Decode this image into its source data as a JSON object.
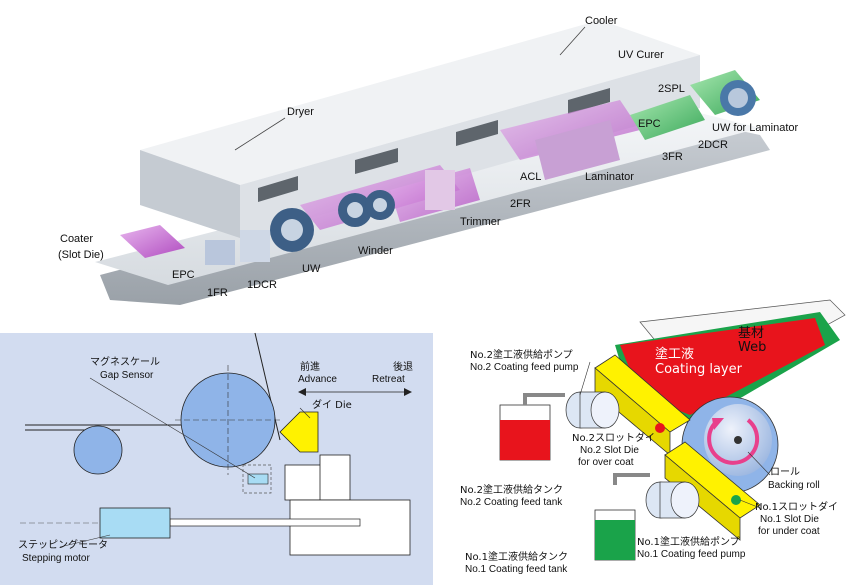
{
  "top": {
    "cooler": "Cooler",
    "uv_curer": "UV Curer",
    "dryer": "Dryer",
    "spl2": "2SPL",
    "epc_right": "EPC",
    "uw_laminator": "UW for Laminator",
    "fr3": "3FR",
    "dcr2": "2DCR",
    "acl": "ACL",
    "laminator": "Laminator",
    "fr2": "2FR",
    "trimmer": "Trimmer",
    "coater": "Coater",
    "slot_die": "(Slot Die)",
    "winder": "Winder",
    "uw": "UW",
    "epc_left": "EPC",
    "fr1": "1FR",
    "dcr1": "1DCR"
  },
  "left_panel": {
    "gap_sensor_jp": "マグネスケール",
    "gap_sensor_en": "Gap Sensor",
    "advance_jp": "前進",
    "advance_en": "Advance",
    "retreat_jp": "後退",
    "retreat_en": "Retreat",
    "die": "ダイ Die",
    "stepping_jp": "ステッピングモータ",
    "stepping_en": "Stepping motor",
    "colors": {
      "bg": "#d2dcf0",
      "roll": "#8fb4e8",
      "die": "#fff200",
      "motor": "#a8dcf4"
    }
  },
  "right_panel": {
    "pump2_jp": "No.2塗工液供給ポンプ",
    "pump2_en": "No.2 Coating feed pump",
    "web_jp": "基材",
    "web_en": "Web",
    "coat_jp": "塗工液",
    "coat_en": "Coating layer",
    "slot2_jp": "No.2スロットダイ",
    "slot2_en": "No.2 Slot Die",
    "slot2_sub": "for over coat",
    "tank2_jp": "No.2塗工液供給タンク",
    "tank2_en": "No.2 Coating feed tank",
    "roll_jp": "ロール",
    "roll_en": "Backing roll",
    "slot1_jp": "No.1スロットダイ",
    "slot1_en": "No.1 Slot Die",
    "slot1_sub": "for under coat",
    "pump1_jp": "No.1塗工液供給ポンプ",
    "pump1_en": "No.1 Coating feed pump",
    "tank1_jp": "No.1塗工液供給タンク",
    "tank1_en": "No.1 Coating feed tank",
    "colors": {
      "coat": "#e8141c",
      "green": "#1aa34a",
      "die": "#fff200",
      "roll": "#8fb4e8",
      "arrow": "#e8408c"
    }
  }
}
